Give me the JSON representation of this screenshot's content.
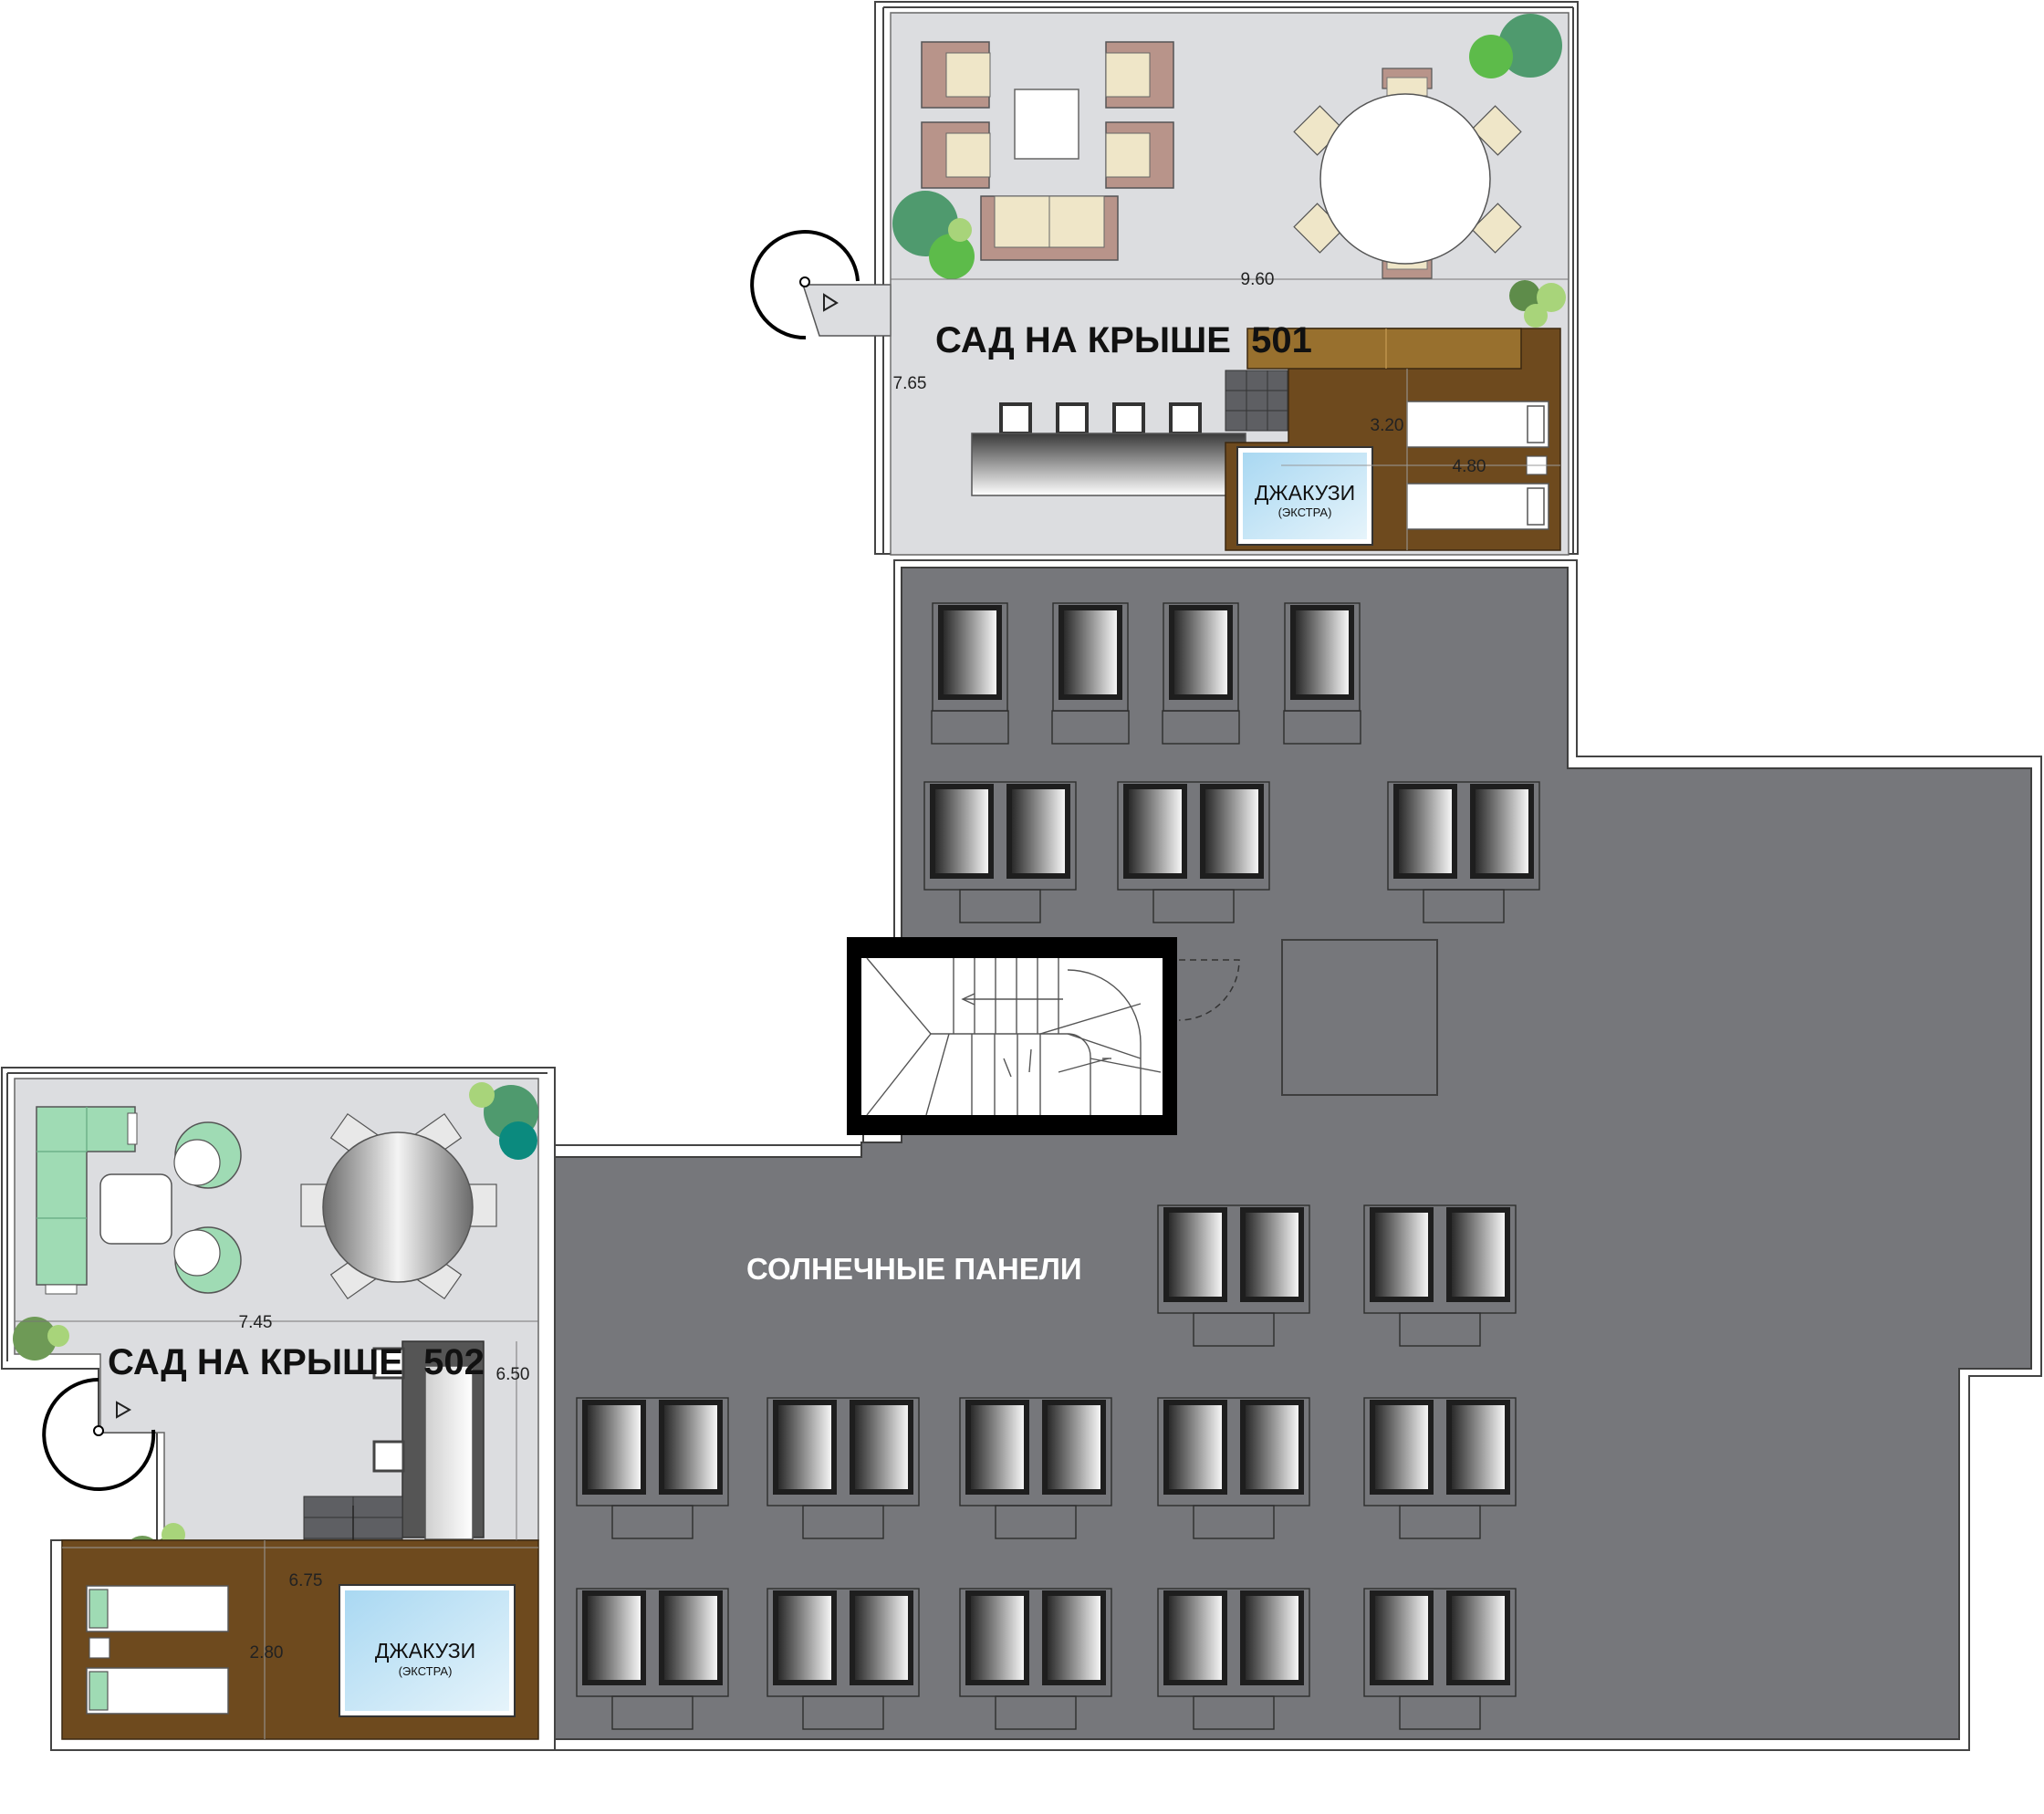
{
  "plan": {
    "background": "#ffffff",
    "colors": {
      "terrace_floor": "#dcdde0",
      "solar_roof": "#76777b",
      "wood_deck": "#6e4a1e",
      "wood_bench": "#98702e",
      "sofa_frame": "#b8948a",
      "cushion": "#efe6c8",
      "sofa_green": "#9fdbb4",
      "plant_dark": "#4f9a6e",
      "plant_green": "#5dbb4a",
      "plant_light": "#a8d47a",
      "plant_teal": "#0b8a7e",
      "jacuzzi_water": "#bfe3f6"
    },
    "labels": {
      "garden_501": "САД НА КРЫШЕ  501",
      "garden_502": "САД НА КРЫШЕ  502",
      "solar": "СОЛНЕЧНЫЕ ПАНЕЛИ",
      "jacuzzi": "ДЖАКУЗИ",
      "jacuzzi_sub": "(ЭКСТРА)"
    },
    "dimensions": {
      "t501_width": "9.60",
      "t501_height": "7.65",
      "deck501_height": "3.20",
      "deck501_width": "4.80",
      "t502_width": "7.45",
      "t502_height": "6.50",
      "deck502_width": "6.75",
      "deck502_height": "2.80"
    },
    "icons": {
      "door": "door-swing-icon",
      "tree": "tree-icon",
      "stair": "staircase-icon",
      "solar_panel": "solar-panel-icon"
    }
  }
}
